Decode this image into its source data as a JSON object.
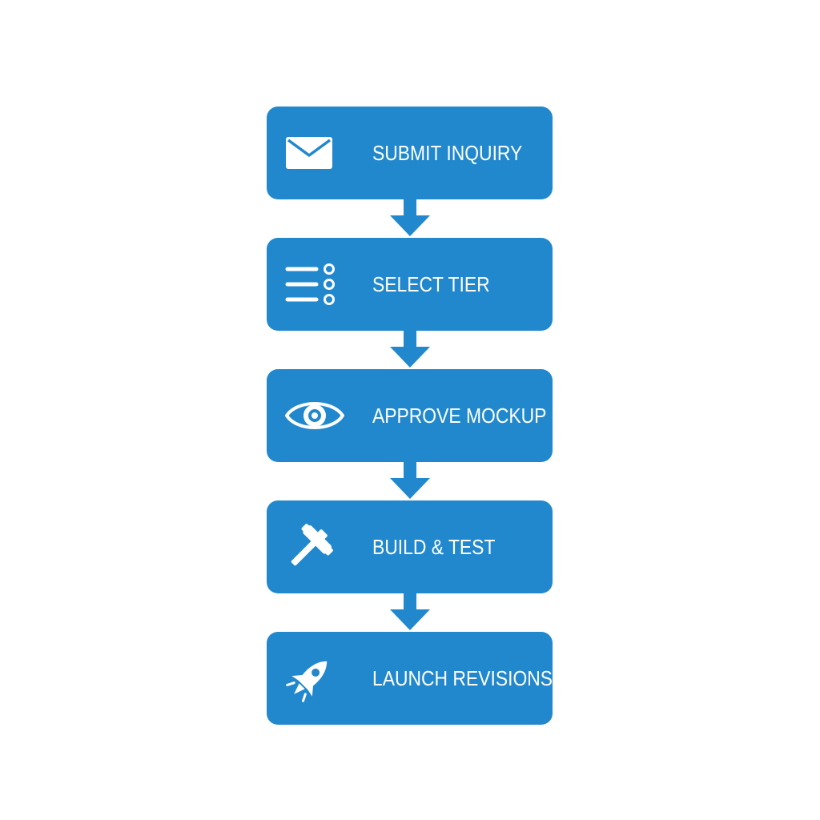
{
  "colors": {
    "step_fill": "#2188CE",
    "icon": "#ffffff",
    "background": "#ffffff"
  },
  "steps": [
    {
      "label": "SUBMIT INQUIRY",
      "icon": "envelope-icon"
    },
    {
      "label": "SELECT TIER",
      "icon": "list-options-icon"
    },
    {
      "label": "APPROVE MOCKUP",
      "icon": "eye-icon"
    },
    {
      "label": "BUILD & TEST",
      "icon": "hammer-icon"
    },
    {
      "label": "LAUNCH REVISIONS",
      "icon": "rocket-icon"
    }
  ]
}
